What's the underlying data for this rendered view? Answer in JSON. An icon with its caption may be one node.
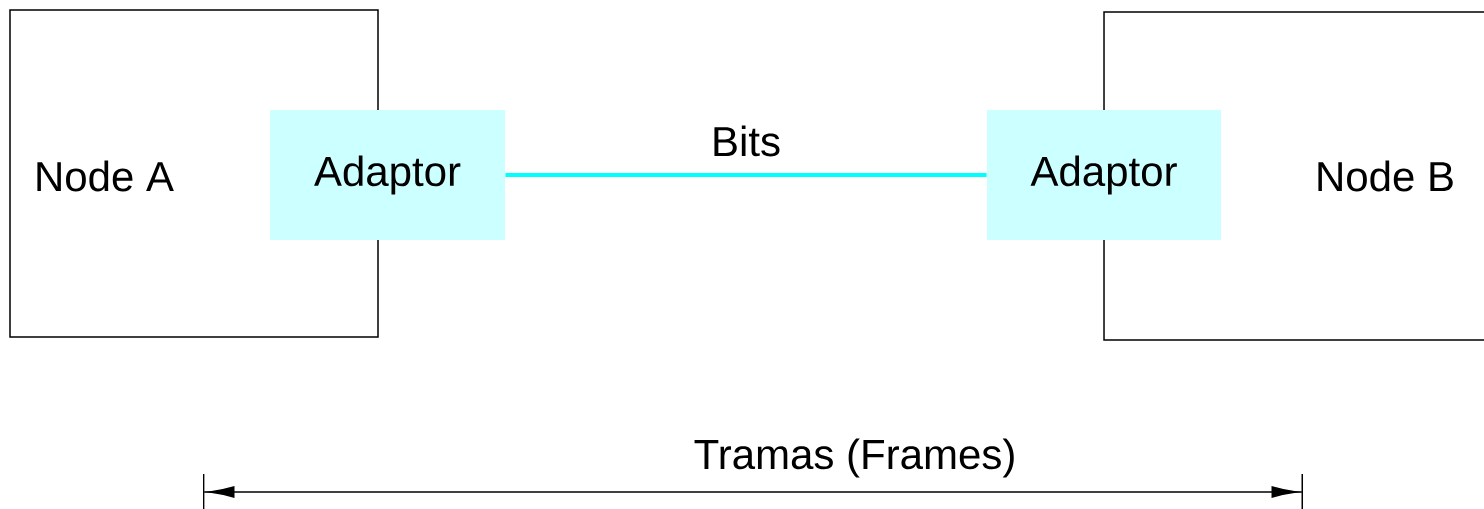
{
  "diagram": {
    "nodes": [
      {
        "text": [
          "Node A"
        ]
      },
      {
        "text": [
          "Adaptor"
        ]
      },
      {
        "text": [
          "Adaptor"
        ]
      },
      {
        "text": [
          "Node B"
        ]
      }
    ],
    "edges": [
      {
        "from": 1,
        "to": 2,
        "arrow": "none",
        "label": "Bits",
        "color": "#00ffff"
      }
    ],
    "labels": [
      "Tramas (Frames)"
    ]
  }
}
